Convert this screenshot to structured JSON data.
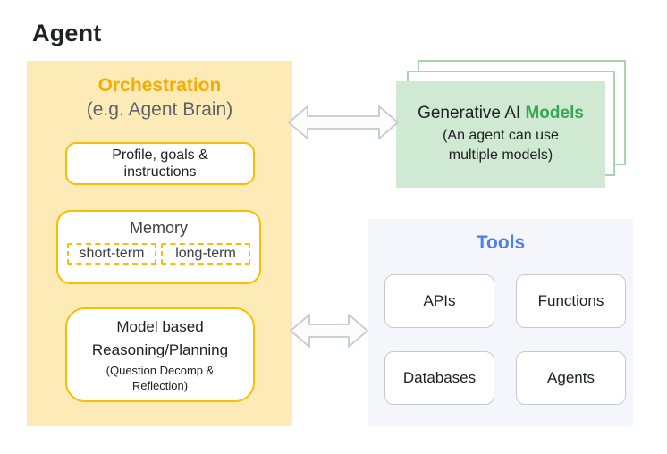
{
  "page": {
    "title": "Agent"
  },
  "orchestration": {
    "title": "Orchestration",
    "subtitle": "(e.g. Agent Brain)",
    "profile_box": {
      "line1": "Profile, goals &",
      "line2": "instructions"
    },
    "memory_box": {
      "title": "Memory",
      "items": [
        "short-term",
        "long-term"
      ]
    },
    "reasoning_box": {
      "line1": "Model based",
      "line2": "Reasoning/Planning",
      "line3": "(Question Decomp & Reflection)"
    }
  },
  "models": {
    "title_prefix": "Generative AI ",
    "title_highlight": "Models",
    "subtitle_line1": "(An agent can use",
    "subtitle_line2": "multiple models)",
    "stacked_layers": 3
  },
  "tools": {
    "title": "Tools",
    "items": [
      "APIs",
      "Functions",
      "Databases",
      "Agents"
    ]
  },
  "icons": {
    "left_arrow": "bidirectional-arrow",
    "right_arrow": "bidirectional-arrow"
  },
  "colors": {
    "orchestration_panel_bg": "#FCEBB6",
    "orchestration_accent": "#F9AB00",
    "inner_box_border": "#FBBC04",
    "models_panel_bg": "#CFE9D2",
    "models_outline": "#A5D7A9",
    "models_highlight_text": "#34A853",
    "tools_panel_bg": "#F4F6FC",
    "tools_title_text": "#4B80F5",
    "tool_box_border": "#C6C9CE",
    "body_text": "#202124",
    "subtitle_text": "#5F6368",
    "arrow_stroke": "#C5C8CE"
  }
}
